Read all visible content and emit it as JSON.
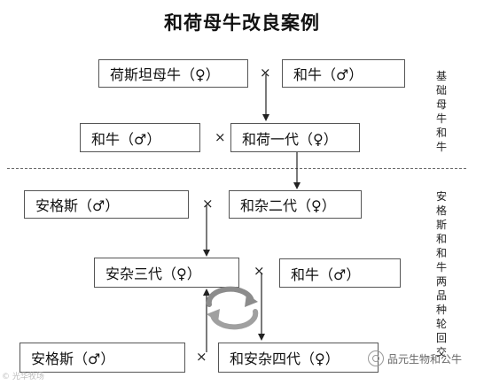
{
  "title": "和荷母牛改良案例",
  "boxes": {
    "b1": "荷斯坦母牛（♀）",
    "b2": "和牛（♂）",
    "b3": "和牛（♂）",
    "b4": "和荷一代（♀）",
    "b5": "安格斯（♂）",
    "b6": "和杂二代（♀）",
    "b7": "安杂三代（♀）",
    "b8": "和牛（♂）",
    "b9": "安格斯（♂）",
    "b10": "和安杂四代（♀）"
  },
  "times_symbol": "×",
  "side_labels": {
    "top": "基础母牛和牛",
    "bottom": "安格斯和和牛两品种轮回交"
  },
  "watermarks": {
    "left": "© 光华牧场",
    "right": "品元生物和公牛"
  },
  "icons": {
    "cycle": "rotation-cycle-icon",
    "wechat": "wechat-logo-icon"
  },
  "colors": {
    "cycle_fill": "#8c8c8c",
    "border": "#555555",
    "arrow": "#222222"
  }
}
